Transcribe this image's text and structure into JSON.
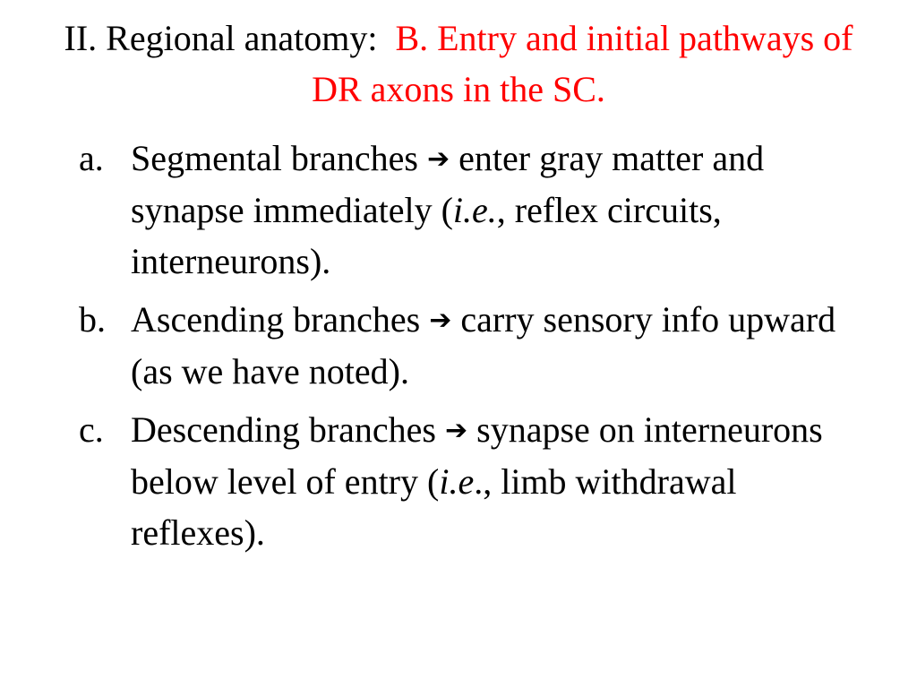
{
  "title": {
    "prefix": "II. Regional anatomy:",
    "highlight": "B. Entry and initial pathways of DR axons in the SC.",
    "accent_color": "#ff0000"
  },
  "arrow_glyph": "➔",
  "bullets": [
    {
      "marker": "a.",
      "lead": "Segmental branches",
      "text_1": "enter gray matter and synapse immediately (",
      "italic": "i.e.",
      "text_2": ", reflex circuits, interneurons)."
    },
    {
      "marker": "b.",
      "lead": "Ascending branches",
      "text_1": "carry sensory info upward (as we have noted)."
    },
    {
      "marker": "c.",
      "lead": "Descending branches",
      "text_1": "synapse on interneurons below level of entry (",
      "italic": "i.e",
      "text_2": "., limb  withdrawal reflexes)."
    }
  ]
}
